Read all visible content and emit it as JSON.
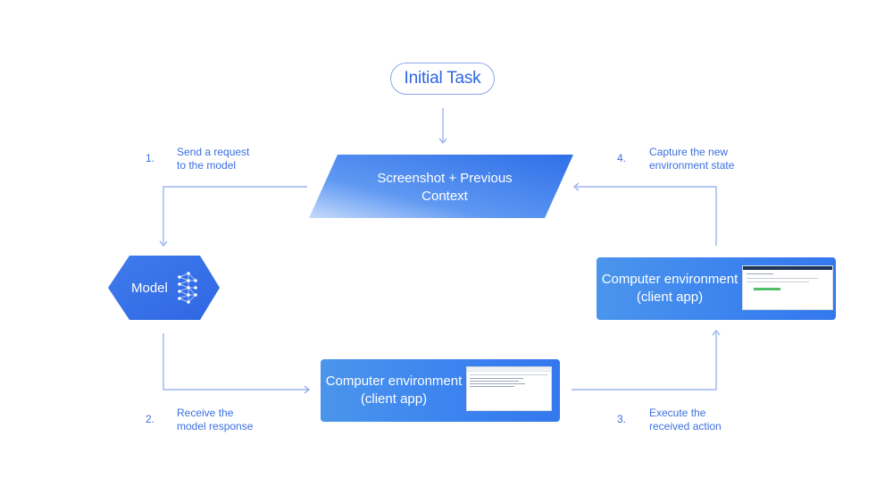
{
  "initial_task": "Initial Task",
  "context_box": {
    "line1": "Screenshot + Previous",
    "line2": "Context"
  },
  "model": {
    "label": "Model",
    "icon": "neural-network-icon"
  },
  "env_bottom": {
    "line1": "Computer environment",
    "line2": "(client app)"
  },
  "env_right": {
    "line1": "Computer environment",
    "line2": "(client app)"
  },
  "steps": [
    {
      "num": "1.",
      "line1": "Send a request",
      "line2": "to the model"
    },
    {
      "num": "2.",
      "line1": "Receive the",
      "line2": "model response"
    },
    {
      "num": "3.",
      "line1": "Execute the",
      "line2": "received action"
    },
    {
      "num": "4.",
      "line1": "Capture the new",
      "line2": "environment state"
    }
  ],
  "colors": {
    "accent": "#3b6fe0",
    "connector": "#8aa8ec",
    "card": "#3b82ef"
  }
}
